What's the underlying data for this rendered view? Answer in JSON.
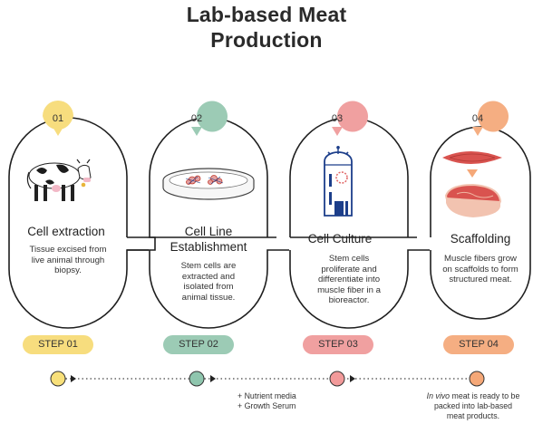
{
  "title_line1": "Lab-based Meat",
  "title_line2": "Production",
  "steps": [
    {
      "num": "01",
      "title": "Cell extraction",
      "desc": [
        "Tissue excised from",
        "live animal through",
        "biopsy."
      ],
      "pill": "STEP 01",
      "color": "#f7dd7e",
      "dot": "#f8e07a",
      "icon": "cow-icon"
    },
    {
      "num": "02",
      "title_lines": [
        "Cell Line",
        "Establishment"
      ],
      "desc": [
        "Stem cells are",
        "extracted and",
        "isolated from",
        "animal tissue."
      ],
      "pill": "STEP 02",
      "color": "#9ccbb5",
      "dot": "#8fc6ae",
      "icon": "petri-dish-icon"
    },
    {
      "num": "03",
      "title": "Cell Culture",
      "desc": [
        "Stem cells",
        "proliferate and",
        "differentiate into",
        "muscle fiber in a",
        "bioreactor."
      ],
      "pill": "STEP 03",
      "color": "#f0a0a0",
      "dot": "#f29a9a",
      "icon": "bioreactor-icon"
    },
    {
      "num": "04",
      "title": "Scaffolding",
      "desc": [
        "Muscle fibers grow",
        "on scaffolds to form",
        "structured meat."
      ],
      "pill": "STEP 04",
      "color": "#f5ae82",
      "dot": "#f5a878",
      "icon": "meat-icon"
    }
  ],
  "note_between": [
    "+ Nutrient media",
    "+ Growth Serum"
  ],
  "note_end_italic": "In vivo",
  "note_end_rest1": " meat is ready to be",
  "note_end_rest2": "packed into lab-based",
  "note_end_rest3": "meat products."
}
